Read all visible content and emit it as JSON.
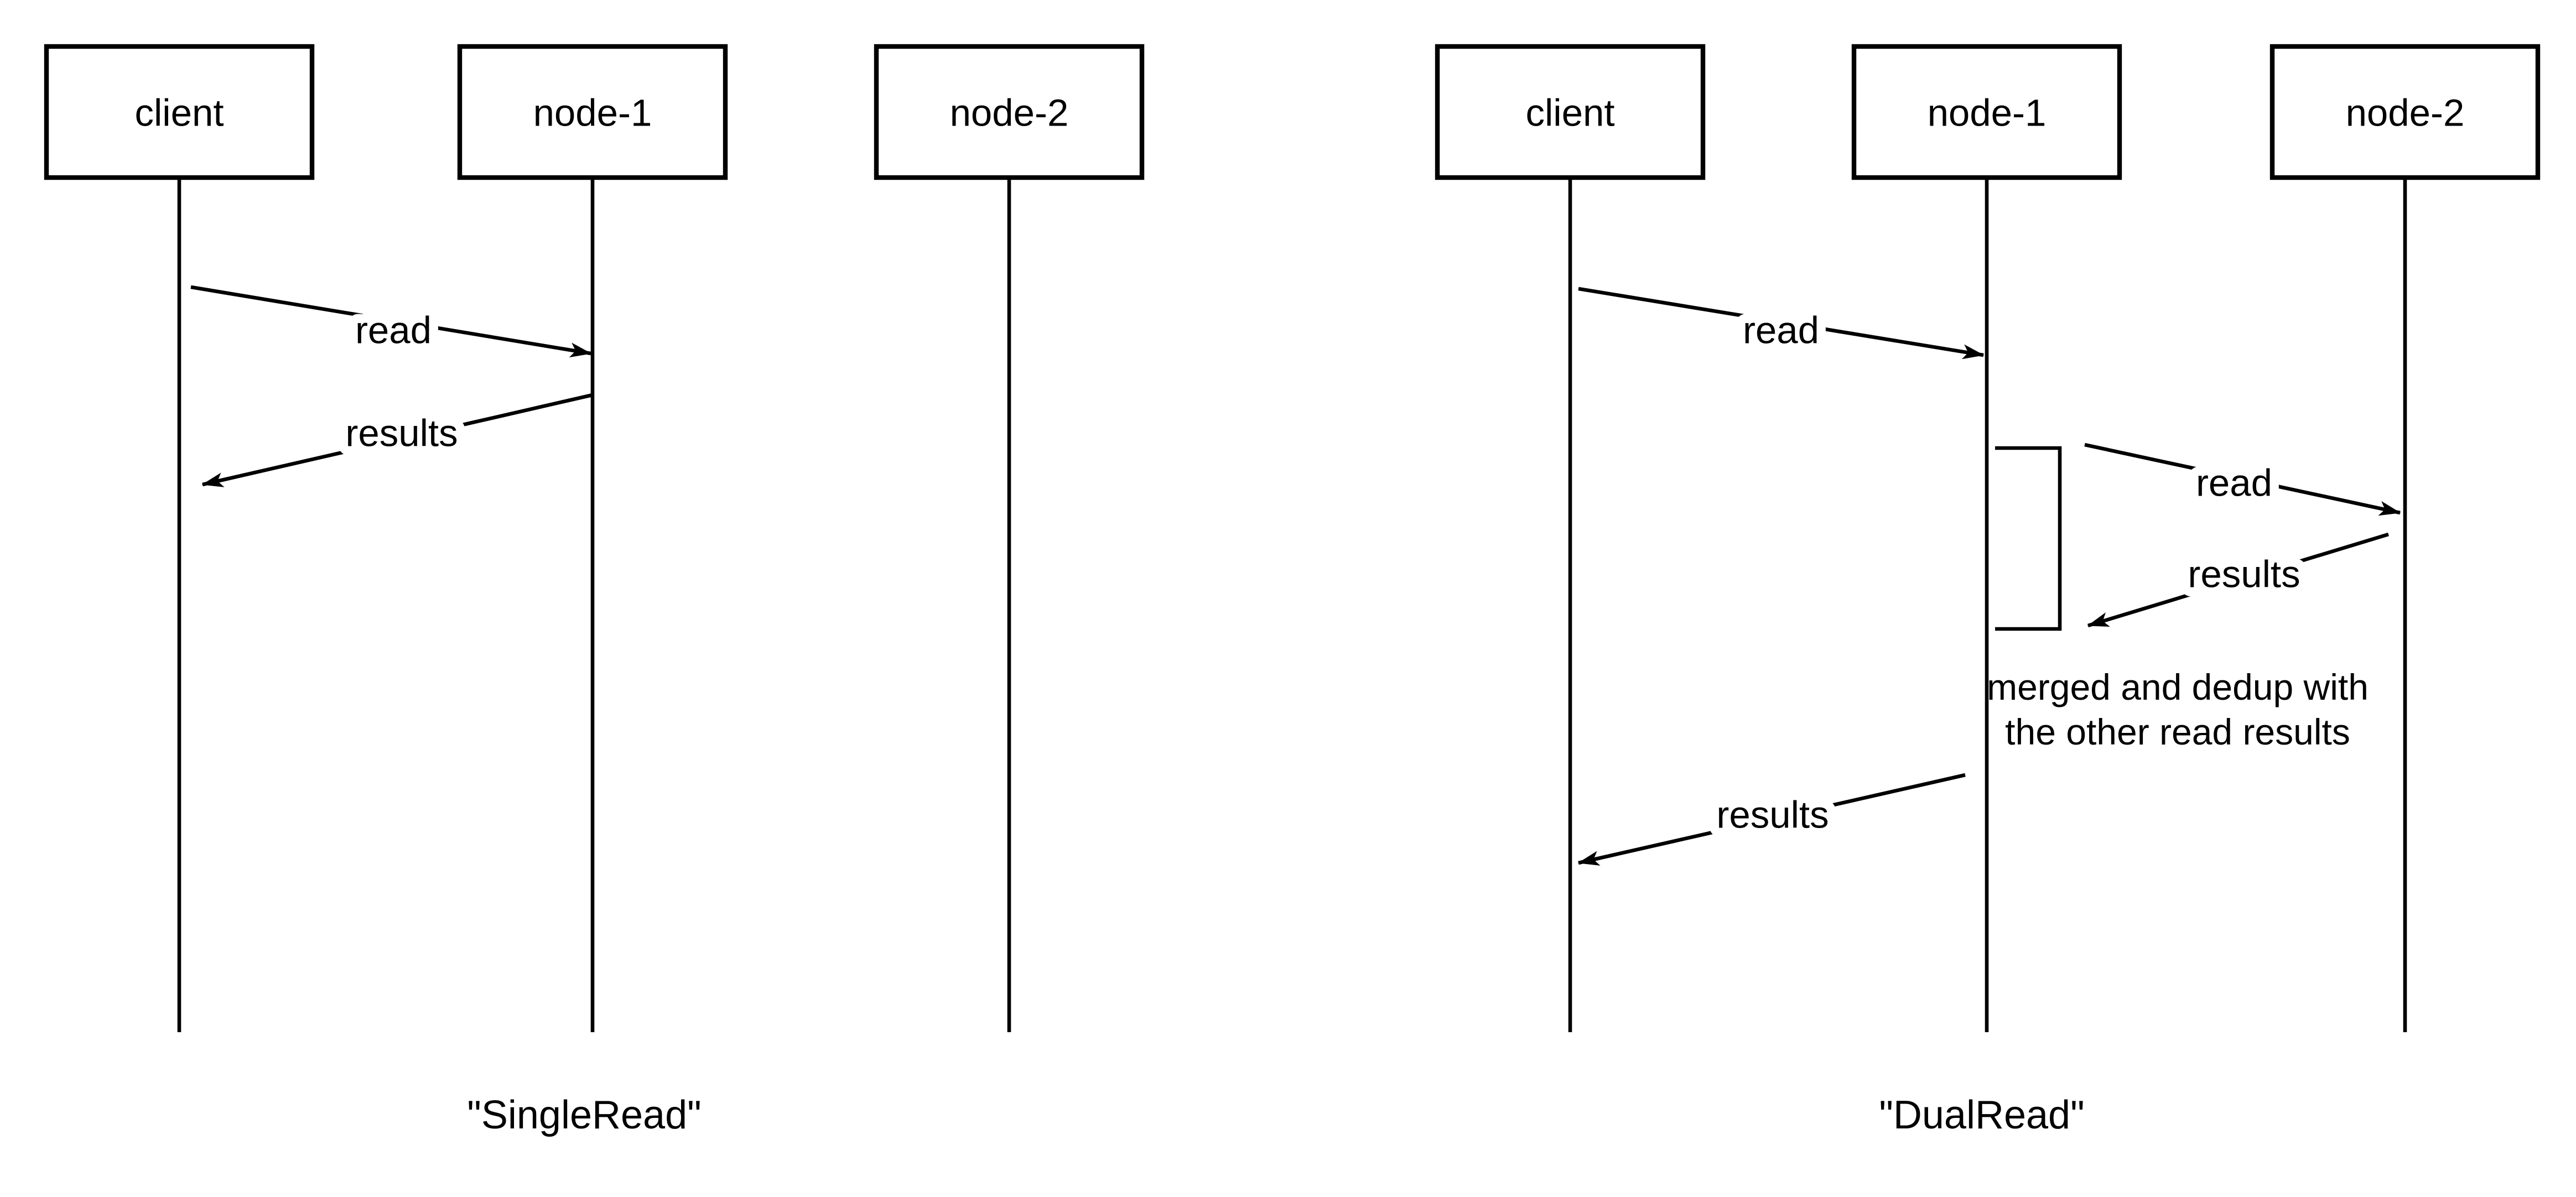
{
  "colors": {
    "ink": "#000000",
    "background": "#ffffff"
  },
  "left": {
    "caption": "\"SingleRead\"",
    "actors": {
      "client": "client",
      "node1": "node-1",
      "node2": "node-2"
    },
    "messages": {
      "read_client_to_node1": "read",
      "results_node1_to_client": "results"
    }
  },
  "right": {
    "caption": "\"DualRead\"",
    "actors": {
      "client": "client",
      "node1": "node-1",
      "node2": "node-2"
    },
    "messages": {
      "read_client_to_node1": "read",
      "read_node1_to_node2": "read",
      "results_node2_to_node1": "results",
      "results_node1_to_client": "results"
    },
    "note": {
      "line1": "merged and dedup with",
      "line2": "the other read results"
    }
  }
}
